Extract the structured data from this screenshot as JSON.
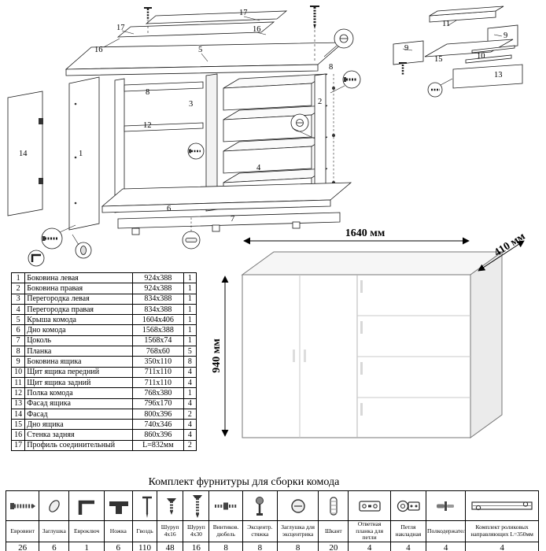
{
  "diagram": {
    "labels": [
      "17",
      "16",
      "5",
      "17",
      "16",
      "8",
      "3",
      "12",
      "1",
      "14",
      "2",
      "4",
      "8",
      "6",
      "7",
      "11",
      "9",
      "9",
      "15",
      "10",
      "13"
    ]
  },
  "product": {
    "width_label": "1640 мм",
    "depth_label": "410 мм",
    "height_label": "940 мм"
  },
  "parts_table": {
    "rows": [
      {
        "n": "1",
        "name": "Боковина левая",
        "size": "924x388",
        "qty": "1"
      },
      {
        "n": "2",
        "name": "Боковина правая",
        "size": "924x388",
        "qty": "1"
      },
      {
        "n": "3",
        "name": "Перегородка левая",
        "size": "834x388",
        "qty": "1"
      },
      {
        "n": "4",
        "name": "Перегородка правая",
        "size": "834x388",
        "qty": "1"
      },
      {
        "n": "5",
        "name": "Крыша комода",
        "size": "1604x406",
        "qty": "1"
      },
      {
        "n": "6",
        "name": "Дно комода",
        "size": "1568x388",
        "qty": "1"
      },
      {
        "n": "7",
        "name": "Цоколь",
        "size": "1568x74",
        "qty": "1"
      },
      {
        "n": "8",
        "name": "Планка",
        "size": "768x60",
        "qty": "5"
      },
      {
        "n": "9",
        "name": "Боковина ящика",
        "size": "350x110",
        "qty": "8"
      },
      {
        "n": "10",
        "name": "Щит ящика передний",
        "size": "711x110",
        "qty": "4"
      },
      {
        "n": "11",
        "name": "Щит ящика задний",
        "size": "711x110",
        "qty": "4"
      },
      {
        "n": "12",
        "name": "Полка комода",
        "size": "768x380",
        "qty": "1"
      },
      {
        "n": "13",
        "name": "Фасад ящика",
        "size": "796x170",
        "qty": "4"
      },
      {
        "n": "14",
        "name": "Фасад",
        "size": "800x396",
        "qty": "2"
      },
      {
        "n": "15",
        "name": "Дно ящика",
        "size": "740x346",
        "qty": "4"
      },
      {
        "n": "16",
        "name": "Стенка задняя",
        "size": "860x396",
        "qty": "4"
      },
      {
        "n": "17",
        "name": "Профиль соединительный",
        "size": "L=832мм",
        "qty": "2"
      }
    ]
  },
  "hardware": {
    "title": "Комплект фурнитуры для сборки комода",
    "items": [
      {
        "name": "Евровинт",
        "qty": "26",
        "icon": "euro-screw"
      },
      {
        "name": "Заглушка",
        "qty": "6",
        "icon": "plug-cap"
      },
      {
        "name": "Евроключ",
        "qty": "1",
        "icon": "hex-key"
      },
      {
        "name": "Ножка",
        "qty": "6",
        "icon": "leg"
      },
      {
        "name": "Гвоздь",
        "qty": "110",
        "icon": "nail"
      },
      {
        "name": "Шуруп 4x16",
        "qty": "48",
        "icon": "screw-short"
      },
      {
        "name": "Шуруп 4x30",
        "qty": "16",
        "icon": "screw-long"
      },
      {
        "name": "Винтиков. дюбель",
        "qty": "8",
        "icon": "dowel-screw"
      },
      {
        "name": "Эксцентр. стяжка",
        "qty": "8",
        "icon": "cam-bolt"
      },
      {
        "name": "Заглушка для эксцентрика",
        "qty": "8",
        "icon": "cam-cover"
      },
      {
        "name": "Шкант",
        "qty": "20",
        "icon": "wood-dowel"
      },
      {
        "name": "Ответная планка для петли",
        "qty": "4",
        "icon": "hinge-plate"
      },
      {
        "name": "Петля накладная",
        "qty": "4",
        "icon": "hinge"
      },
      {
        "name": "Полкодержатель",
        "qty": "4",
        "icon": "shelf-pin"
      },
      {
        "name": "Комплект роликовых направляющих L=350мм",
        "qty": "4",
        "icon": "drawer-slide"
      }
    ]
  }
}
